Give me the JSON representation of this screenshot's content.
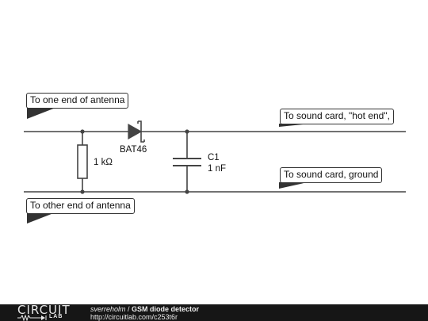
{
  "net_labels": {
    "antenna_one": "To one end of antenna",
    "antenna_other": "To other end of antenna",
    "sound_hot": "To sound card, \"hot end\",",
    "sound_ground": "To sound card, ground"
  },
  "components": {
    "resistor": {
      "value": "1 kΩ"
    },
    "diode": {
      "part": "BAT46"
    },
    "capacitor": {
      "ref": "C1",
      "value": "1 nF"
    }
  },
  "footer": {
    "logo_word": "CIRCUIT",
    "logo_sub": "LAB",
    "author": "sverreholm",
    "separator": " / ",
    "title": "GSM diode detector",
    "url": "http://circuitlab.com/c253t6r"
  }
}
